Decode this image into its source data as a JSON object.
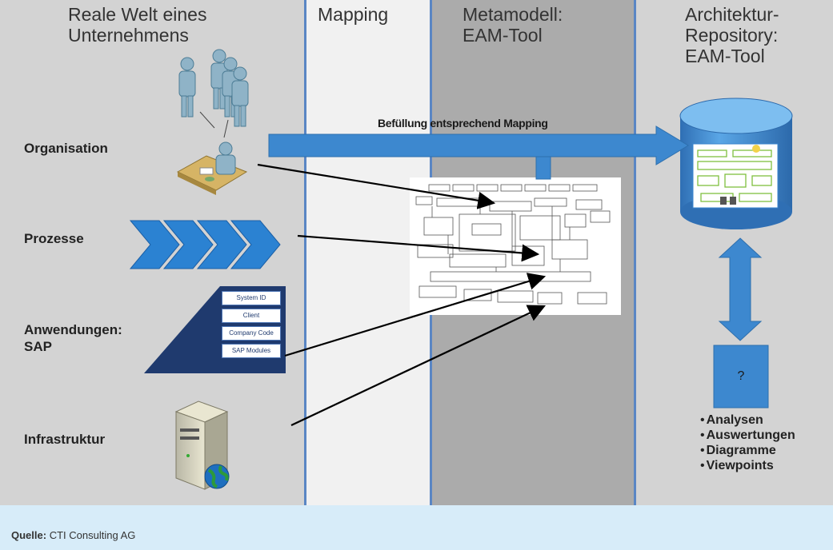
{
  "columns": [
    {
      "title": "Reale Welt eines\nUnternehmens"
    },
    {
      "title": "Mapping"
    },
    {
      "title": "Metamodell:\nEAM-Tool"
    },
    {
      "title": "Architektur-\nRepository:\nEAM-Tool"
    }
  ],
  "rows": [
    {
      "label": "Organisation",
      "icon": "people-org-icon"
    },
    {
      "label": "Prozesse",
      "icon": "process-chevrons-icon"
    },
    {
      "label": "Anwendungen:\nSAP",
      "icon": "sap-pyramid-icon"
    },
    {
      "label": "Infrastruktur",
      "icon": "server-icon"
    }
  ],
  "sap_layers": [
    "System ID",
    "Client",
    "Company Code",
    "SAP Modules"
  ],
  "fill_arrow_label": "Befüllung entsprechend Mapping",
  "repository_output": {
    "box_label": "?",
    "items": [
      "Analysen",
      "Auswertungen",
      "Diagramme",
      "Viewpoints"
    ]
  },
  "caption": {
    "source_label": "Quelle:",
    "source_text": "CTI Consulting AG"
  },
  "colors": {
    "left_panel": "#d3d3d3",
    "mapping_panel": "#f1f1f1",
    "meta_panel": "#ababab",
    "repo_panel": "#d3d3d3",
    "accent_blue": "#3a85cf",
    "dark_blue": "#1f3d74",
    "caption_bg": "#d7ecf9"
  }
}
